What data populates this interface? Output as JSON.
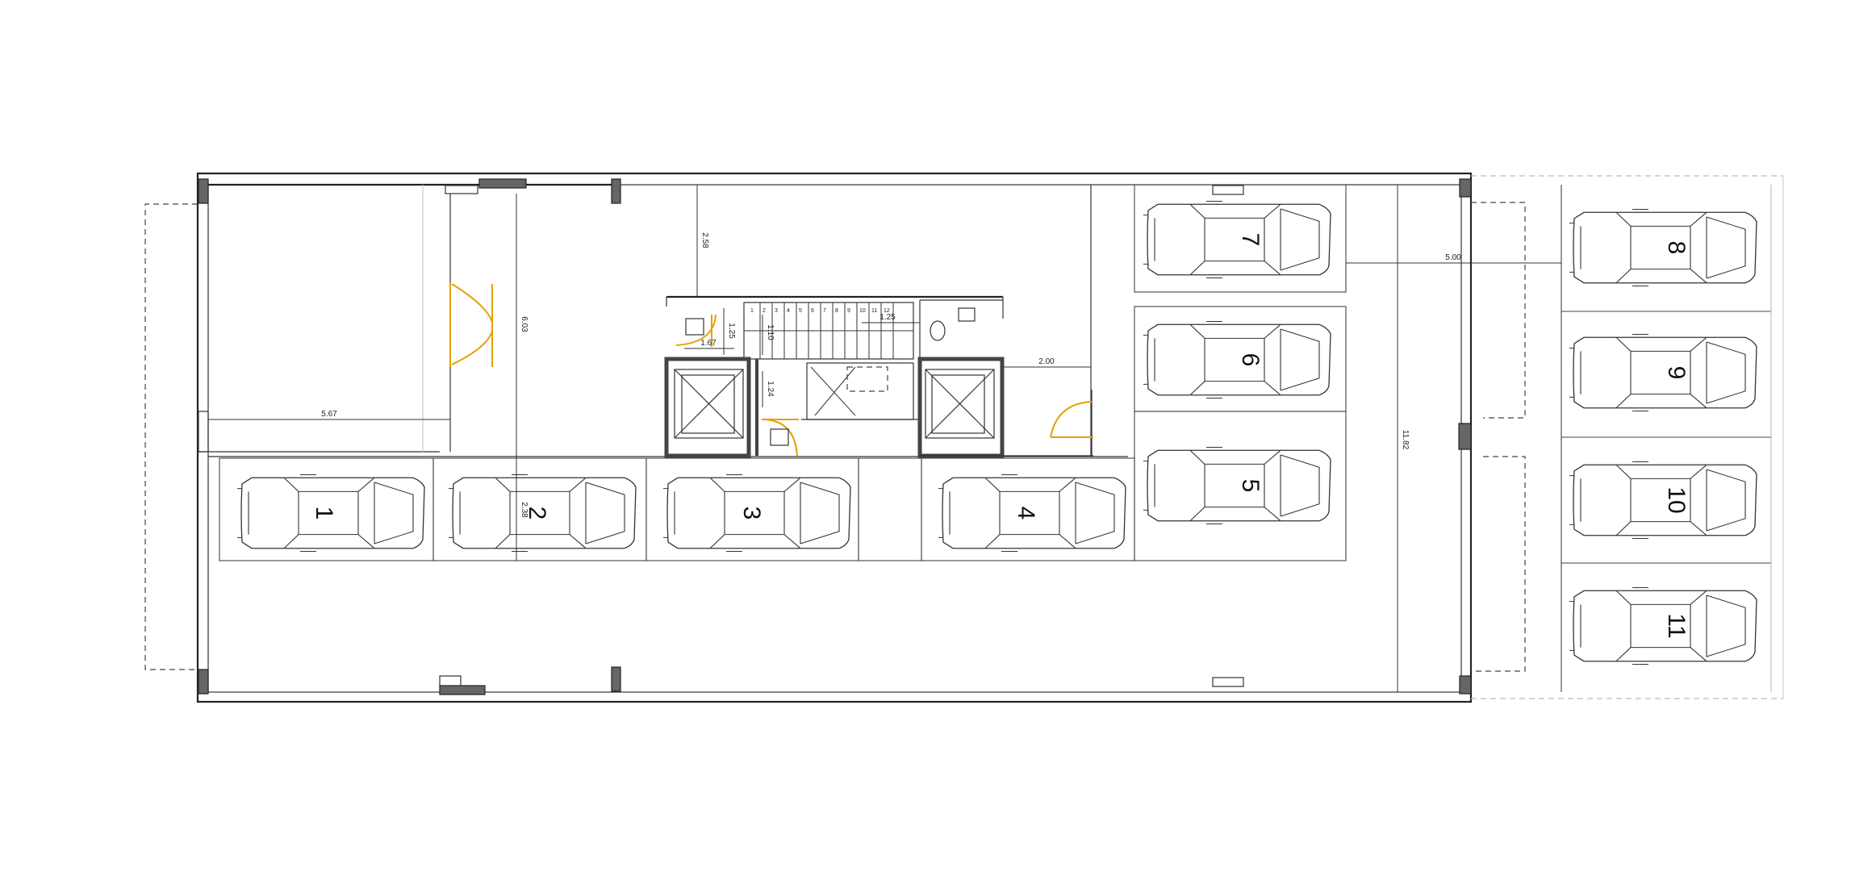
{
  "dimensions": [
    {
      "id": "d1",
      "text": "5.67"
    },
    {
      "id": "d2",
      "text": "6.03"
    },
    {
      "id": "d3",
      "text": "2.58"
    },
    {
      "id": "d4",
      "text": "1.25"
    },
    {
      "id": "d5",
      "text": "1.67"
    },
    {
      "id": "d6",
      "text": "1.25"
    },
    {
      "id": "d7",
      "text": "1.10"
    },
    {
      "id": "d8",
      "text": "1.24"
    },
    {
      "id": "d9",
      "text": "2.00"
    },
    {
      "id": "d10",
      "text": "5.00"
    },
    {
      "id": "d11",
      "text": "11.82"
    },
    {
      "id": "d12",
      "text": "2.38"
    }
  ],
  "parking_spaces": [
    "1",
    "2",
    "3",
    "4",
    "5",
    "6",
    "7",
    "8",
    "9",
    "10",
    "11"
  ],
  "stair_steps": [
    "1",
    "2",
    "3",
    "4",
    "5",
    "6",
    "7",
    "8",
    "9",
    "10",
    "11",
    "12"
  ],
  "colors": {
    "door": "#e5a100",
    "wall": "#222222",
    "column": "#666666"
  }
}
